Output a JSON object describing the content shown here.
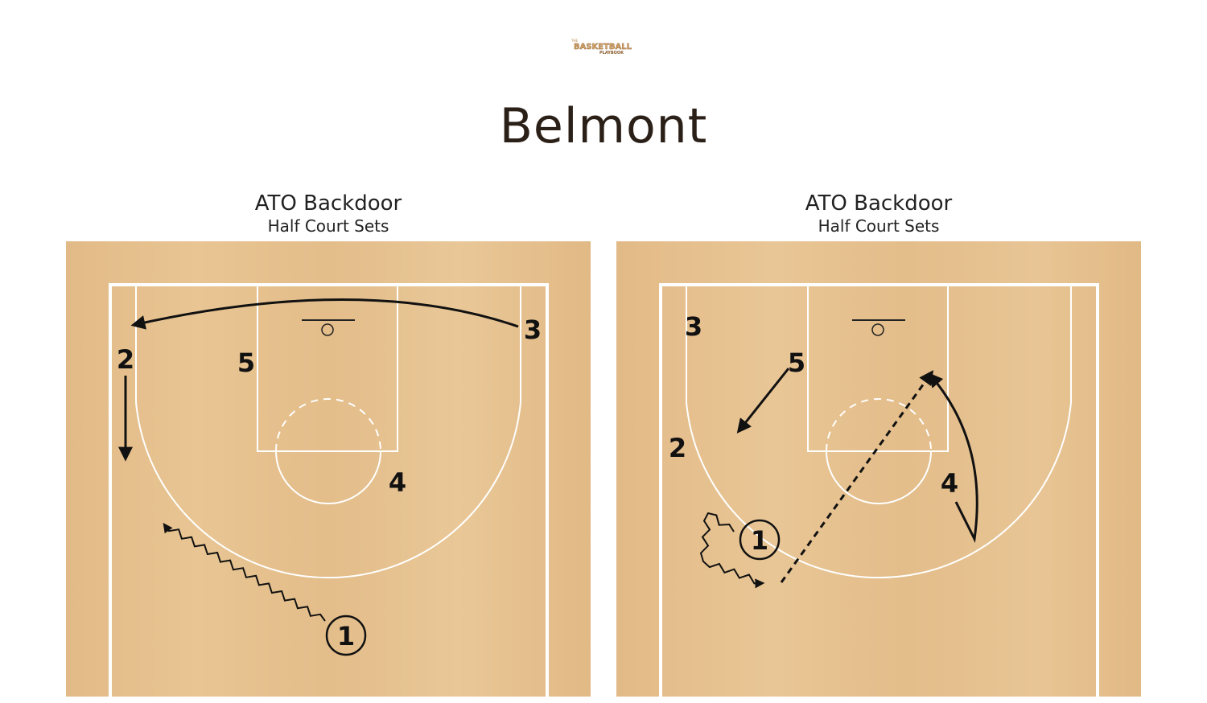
{
  "logo": {
    "line1": "THE",
    "line2": "BASKETBALL",
    "line3": "PLAYBOOK"
  },
  "title": "Belmont",
  "diagrams": [
    {
      "title": "ATO Backdoor",
      "subtitle": "Half Court Sets",
      "players": {
        "p1": "1",
        "p2": "2",
        "p3": "3",
        "p4": "4",
        "p5": "5"
      }
    },
    {
      "title": "ATO Backdoor",
      "subtitle": "Half Court Sets",
      "players": {
        "p1": "1",
        "p2": "2",
        "p3": "3",
        "p4": "4",
        "p5": "5"
      }
    }
  ],
  "colors": {
    "court": "#e6c08e",
    "lines": "#ffffff",
    "ink": "#111111",
    "title": "#2b2018"
  }
}
